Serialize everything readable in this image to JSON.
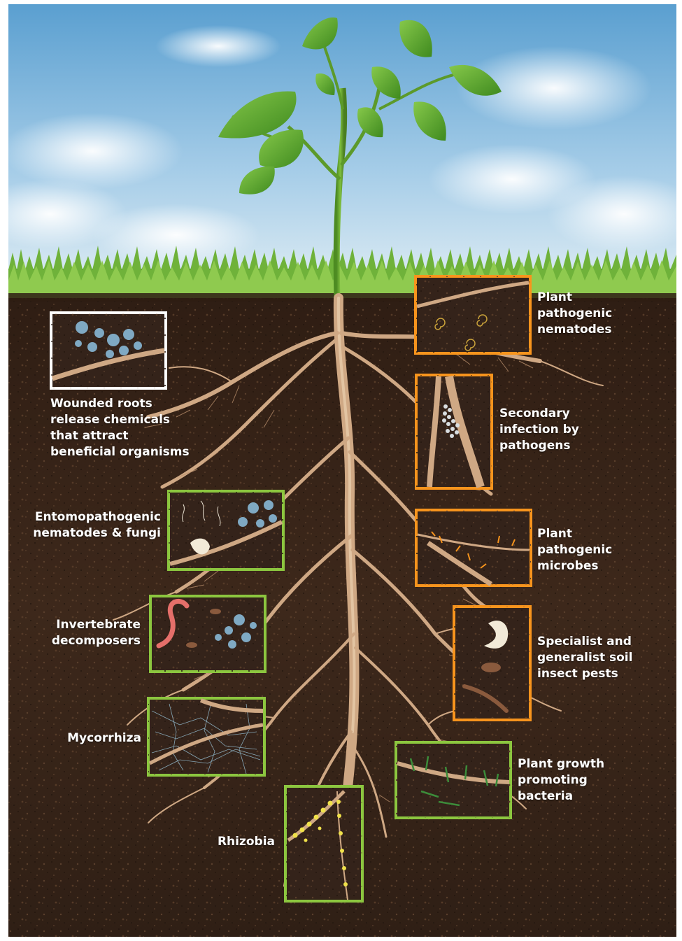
{
  "colors": {
    "beneficial_frame": "#8cc63f",
    "harmful_frame": "#f7941d",
    "wound_frame": "#ffffff",
    "soil": "#3a2519",
    "root": "#cfa884",
    "leaf": "#5fae2e"
  },
  "callouts": [
    {
      "id": "wounded",
      "label": "Wounded roots\nrelease chemicals\nthat attract\nbeneficial organisms",
      "kind": "wound"
    },
    {
      "id": "nematodes",
      "label": "Plant\npathogenic\nnematodes",
      "kind": "harmful"
    },
    {
      "id": "secondary",
      "label": "Secondary\ninfection by\npathogens",
      "kind": "harmful"
    },
    {
      "id": "entomo",
      "label": "Entomopathogenic\nnematodes & fungi",
      "kind": "beneficial"
    },
    {
      "id": "microbes",
      "label": "Plant\npathogenic\nmicrobes",
      "kind": "harmful"
    },
    {
      "id": "decomposers",
      "label": "Invertebrate\ndecomposers",
      "kind": "beneficial"
    },
    {
      "id": "insects",
      "label": "Specialist and\ngeneralist soil\ninsect pests",
      "kind": "harmful"
    },
    {
      "id": "mycorrhiza",
      "label": "Mycorrhiza",
      "kind": "beneficial"
    },
    {
      "id": "pgpb",
      "label": "Plant growth\npromoting\nbacteria",
      "kind": "beneficial"
    },
    {
      "id": "rhizobia",
      "label": "Rhizobia",
      "kind": "beneficial"
    }
  ]
}
